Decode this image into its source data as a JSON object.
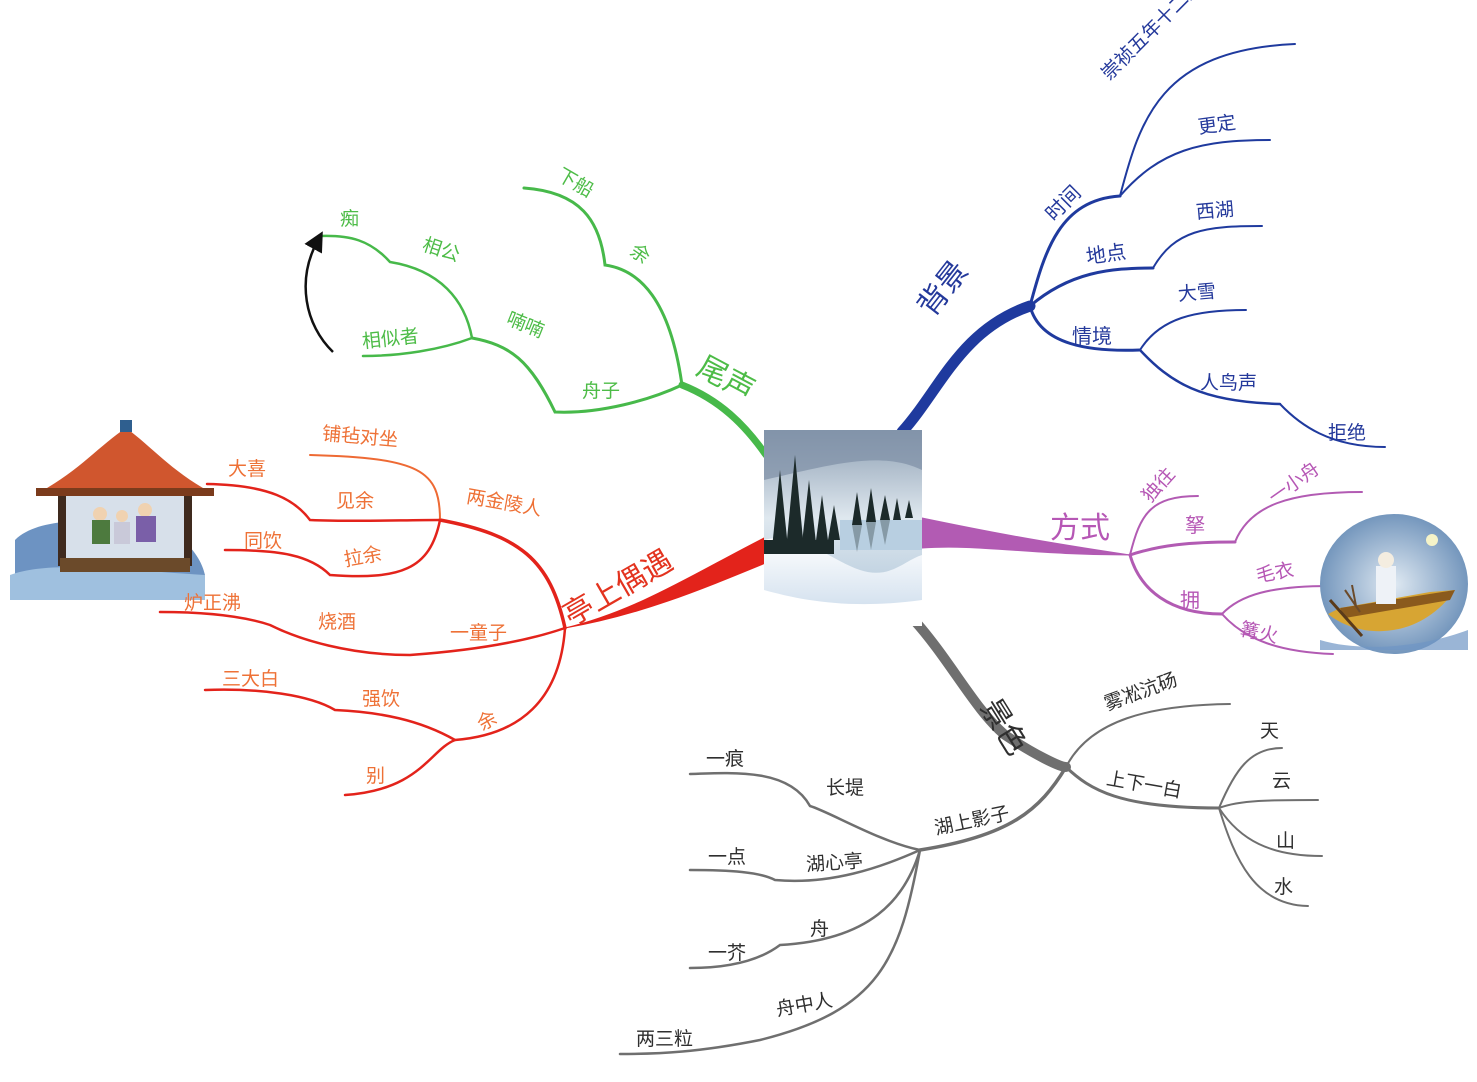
{
  "colors": {
    "blue": "#1f3a9e",
    "purple": "#b25bb3",
    "gray": "#6f6f6f",
    "red": "#e3231b",
    "orange": "#ee6a34",
    "green": "#47b94a"
  },
  "center": {
    "icon": "winter-lake-scene-picture"
  },
  "branches": {
    "background": {
      "label": "背景",
      "time": {
        "label": "时间",
        "items": [
          "崇祯五年十二月",
          "更定"
        ]
      },
      "place": {
        "label": "地点",
        "items": [
          "西湖"
        ]
      },
      "situation": {
        "label": "情境",
        "items": [
          "大雪",
          "人鸟声"
        ],
        "sub": "拒绝"
      }
    },
    "manner": {
      "label": "方式",
      "items": [
        "独往",
        "拏",
        "拥"
      ],
      "na_item": "一小舟",
      "yong_items": [
        "毛衣",
        "篝火"
      ],
      "icon": "lone-boat-picture"
    },
    "scenery": {
      "label": "景色",
      "mist": "雾凇沆砀",
      "white": {
        "label": "上下一白",
        "items": [
          "天",
          "云",
          "山",
          "水"
        ]
      },
      "shadows": {
        "label": "湖上影子",
        "items": [
          {
            "label": "长堤",
            "sub": "一痕"
          },
          {
            "label": "湖心亭",
            "sub": "一点"
          },
          {
            "label": "舟",
            "sub": "一芥"
          },
          {
            "label": "舟中人",
            "sub": "两三粒"
          }
        ]
      }
    },
    "encounter": {
      "label": "亭上偶遇",
      "two": {
        "label": "两金陵人",
        "items": [
          "铺毡对坐",
          "见余",
          "拉余"
        ],
        "jian_sub": "大喜",
        "la_sub": "同饮"
      },
      "boy": {
        "label": "一童子",
        "item": "烧酒",
        "sub": "炉正沸"
      },
      "me": {
        "label": "余",
        "items": [
          "强饮",
          "别"
        ],
        "qiang_sub": "三大白"
      },
      "icon": "pavilion-picture"
    },
    "epilogue": {
      "label": "尾声",
      "items": [
        "舟子",
        "余"
      ],
      "yu_sub": "下船",
      "nannan": "喃喃",
      "nannan_items": [
        "相公",
        "相似者"
      ],
      "chi": "痴"
    }
  }
}
